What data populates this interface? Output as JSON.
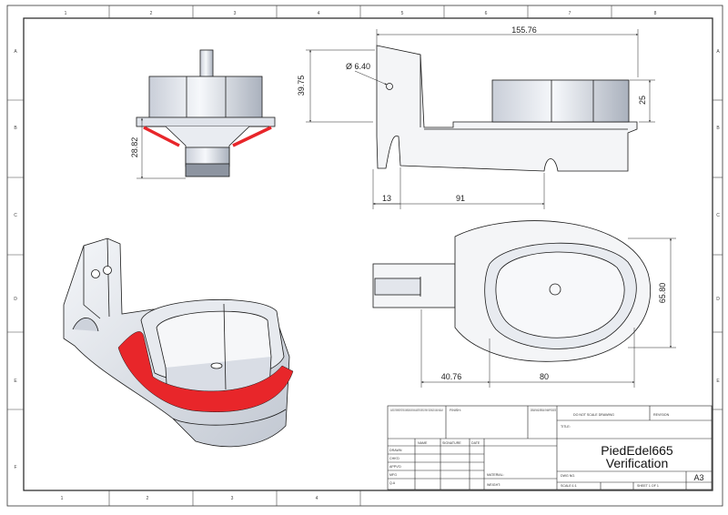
{
  "dimensions": {
    "top_width": "155.76",
    "hole_dia": "Ø 6.40",
    "height_left": "39.75",
    "height_right": "25",
    "front_height": "28.82",
    "bottom_13": "13",
    "bottom_91": "91",
    "plan_height": "65.80",
    "plan_40": "40.76",
    "plan_80": "80"
  },
  "zones": {
    "cols": [
      "1",
      "2",
      "3",
      "4",
      "5",
      "6",
      "7",
      "8"
    ],
    "rows": [
      "A",
      "B",
      "C",
      "D",
      "E",
      "F"
    ]
  },
  "title_block": {
    "general_note": "UNLESS OTHERWISE SPECIFIED: DIMENSIONS ARE IN MILLIMETERS SURFACE FINISH: TOLERANCES: LINEAR: ANGULAR:",
    "finish_label": "FINISH:",
    "deburr_label": "DEBUR AND BREAK SHARP EDGES",
    "do_not_scale": "DO NOT SCALE DRAWING",
    "revision_label": "REVISION",
    "col_name": "NAME",
    "col_signature": "SIGNATURE",
    "col_date": "DATE",
    "row_drawn": "DRAWN",
    "row_chkd": "CHK'D",
    "row_appvd": "APPV'D",
    "row_mfg": "MFG",
    "row_qa": "Q.A",
    "material_label": "MATERIAL:",
    "weight_label": "WEIGHT:",
    "title_label": "TITLE:",
    "dwg_no_label": "DWG NO.",
    "scale_label": "SCALE:1:1",
    "sheet_label": "SHEET 1 OF 1",
    "title_line1": "PiedEdel665",
    "title_line2": "Verification",
    "size": "A3"
  },
  "colors": {
    "highlight": "#e8262a",
    "line": "#1a1a1a",
    "part_light": "#eef1f6",
    "part_mid": "#d4d9e2",
    "part_dark": "#a9b0bc"
  }
}
